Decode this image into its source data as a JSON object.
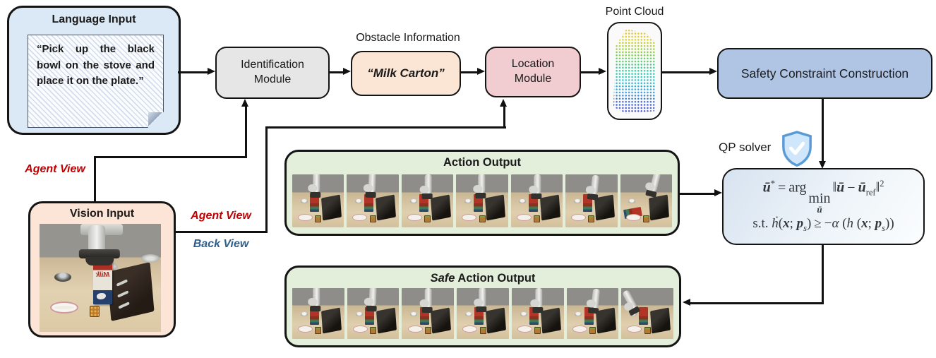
{
  "figure": {
    "language_input": {
      "title": "Language Input",
      "quote": "“Pick up the black bowl on the stove and place it on the plate.”"
    },
    "identification_module": {
      "label": "Identification\nModule"
    },
    "obstacle_information_label": "Obstacle Information",
    "milk_carton": {
      "label": "“Milk Carton”"
    },
    "location_module": {
      "label": "Location\nModule"
    },
    "point_cloud": {
      "label": "Point Cloud",
      "icon": "milk-carton-point-cloud"
    },
    "safety_constraint": {
      "label": "Safety Constraint Construction"
    },
    "qp_solver": {
      "label": "QP solver",
      "icon": "shield-check-icon"
    },
    "action_output": {
      "title": "Action Output",
      "frame_count": 7
    },
    "safe_action_output": {
      "title_em": "Safe",
      "title_rest": " Action Output",
      "frame_count": 7
    },
    "vision_input": {
      "title": "Vision Input",
      "carton_label": "Milk"
    },
    "view_labels": {
      "agent_view_top": "Agent View",
      "agent_view_mid": "Agent View",
      "back_view": "Back View"
    },
    "equation": {
      "ustar": "ū",
      "star": "*",
      "equals": "=",
      "arg": "arg",
      "min": "min",
      "min_sub": "ū",
      "lnorm": "‖",
      "u_a": "ū",
      "minus": "−",
      "u_b": "ū",
      "ref": "ref",
      "rnorm": "‖",
      "power": "2",
      "st": "s.t.",
      "hdot": "ḣ",
      "par1": "(",
      "x_a": "x",
      "semi_a": ";",
      "p_a": "p",
      "psub_a": "s",
      "par2": ")",
      "geq": "≥",
      "neg": "−",
      "alpha": "α",
      "par3": "(",
      "h": "h",
      "par4": "(",
      "x_b": "x",
      "semi_b": ";",
      "p_b": "p",
      "psub_b": "s",
      "par5": "))"
    },
    "colors": {
      "language_fill": "#dbe8f5",
      "vision_fill": "#fce4d6",
      "module_gray": "#e7e6e6",
      "milk_fill": "#fbe5d5",
      "location_fill": "#f1ccd1",
      "scc_fill": "#b0c5e4",
      "strip_fill": "#e3efdb",
      "agent_view_red": "#c00000",
      "back_view_blue": "#2e5f8c",
      "connector_black": "#111111"
    }
  }
}
